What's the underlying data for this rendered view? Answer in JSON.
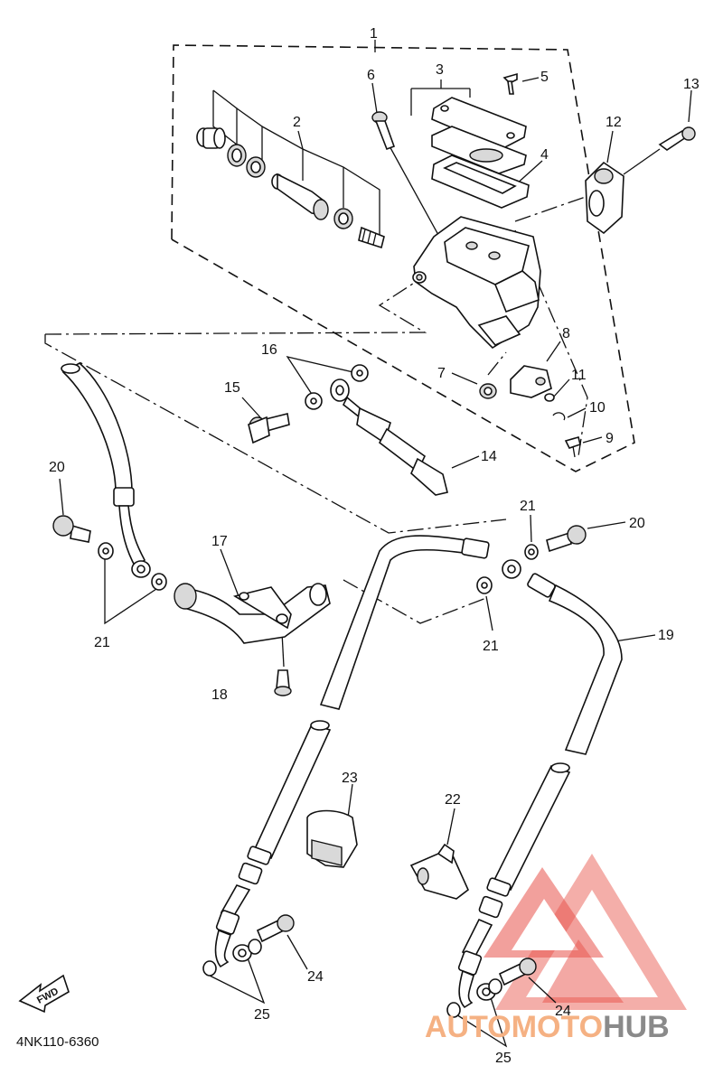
{
  "diagram": {
    "drawing_code": "4NK110-6360",
    "forward_label": "FWD",
    "part_numbers": [
      "1",
      "2",
      "3",
      "4",
      "5",
      "6",
      "7",
      "8",
      "9",
      "10",
      "11",
      "12",
      "13",
      "14",
      "15",
      "16",
      "17",
      "18",
      "19",
      "20",
      "20",
      "21",
      "21",
      "21",
      "22",
      "23",
      "24",
      "24",
      "25",
      "25"
    ]
  },
  "watermark": {
    "brand_part1": "AUTOMOTO",
    "brand_part2": "HUB",
    "accent_color": "#e8524a",
    "text_color_1": "#f5b183",
    "text_color_2": "#8a8a8a"
  }
}
